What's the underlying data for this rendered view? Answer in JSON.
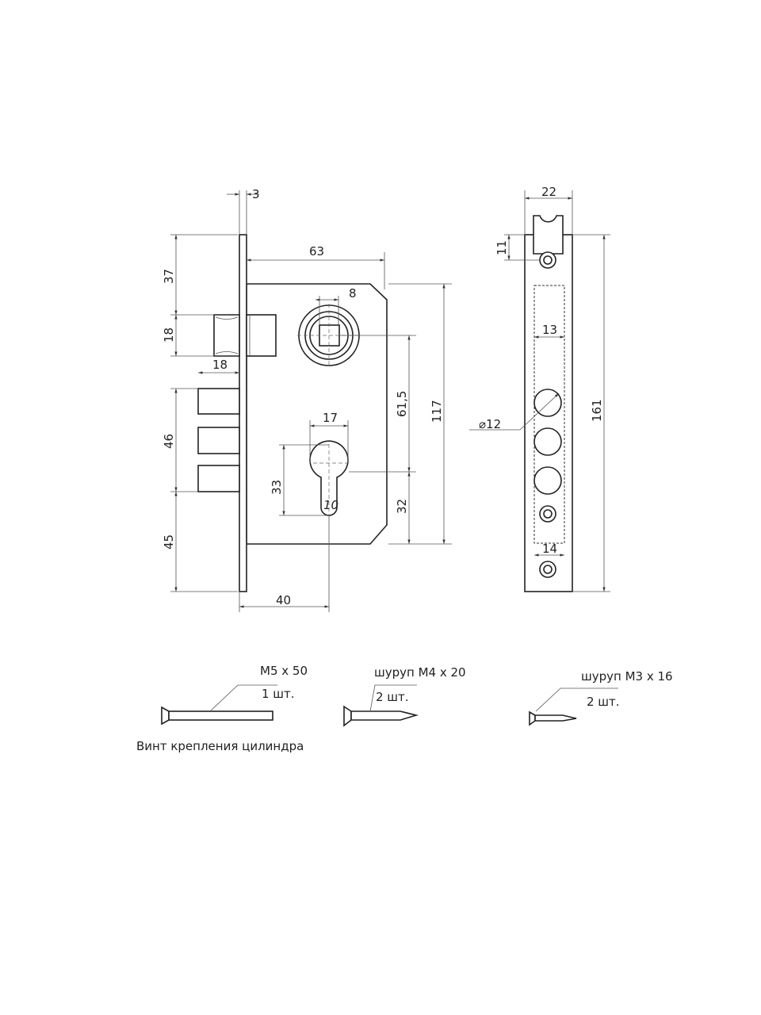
{
  "front_view": {
    "dims": {
      "faceplate_thickness": "3",
      "body_depth": "63",
      "spindle_square": "8",
      "top_to_deadbolt": "37",
      "deadbolt_height": "18",
      "latch_projection": "18",
      "latch_group_height": "46",
      "bottom_to_latch": "45",
      "cylinder_width": "17",
      "cylinder_height": "33",
      "cylinder_slot": "10",
      "spindle_to_cylinder": "61,5",
      "cylinder_to_bottom": "32",
      "body_height": "117",
      "backset": "40"
    }
  },
  "side_view": {
    "dims": {
      "faceplate_width": "22",
      "top_screw_offset": "11",
      "pocket_width": "13",
      "bolt_hole_diameter": "⌀12",
      "bottom_width": "14",
      "faceplate_length": "161"
    }
  },
  "hardware": [
    {
      "size": "M5 x 50",
      "qty": "1 шт.",
      "caption": "Винт крепления цилиндра"
    },
    {
      "size": "шуруп M4 x 20",
      "qty": "2 шт."
    },
    {
      "size": "шуруп M3 x 16",
      "qty": "2 шт."
    }
  ]
}
